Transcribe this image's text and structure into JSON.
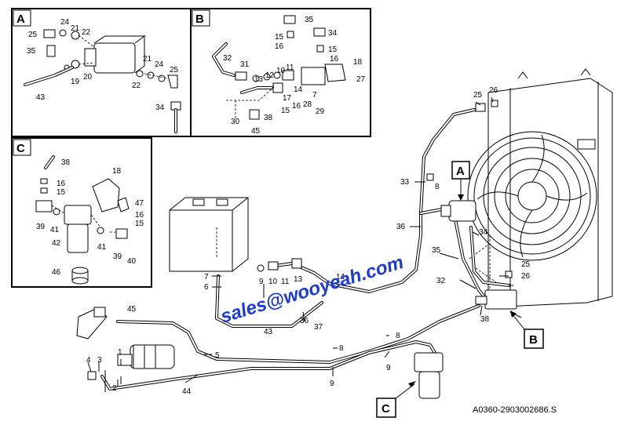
{
  "insets": {
    "A": {
      "letter": "A",
      "labels": [
        "24",
        "25",
        "21",
        "22",
        "35",
        "21",
        "24",
        "25",
        "19",
        "20",
        "22",
        "43",
        "34"
      ]
    },
    "B": {
      "letter": "B",
      "labels": [
        "35",
        "15",
        "16",
        "34",
        "15",
        "16",
        "18",
        "32",
        "31",
        "13",
        "12",
        "10",
        "11",
        "14",
        "27",
        "7",
        "17",
        "16",
        "28",
        "29",
        "30",
        "38",
        "15",
        "45"
      ]
    },
    "C": {
      "letter": "C",
      "labels": [
        "38",
        "16",
        "15",
        "18",
        "47",
        "16",
        "15",
        "39",
        "41",
        "41",
        "42",
        "39",
        "40",
        "46"
      ]
    }
  },
  "main_labels": [
    "25",
    "26",
    "33",
    "8",
    "36",
    "34",
    "35",
    "32",
    "25",
    "26",
    "38",
    "7",
    "6",
    "9",
    "10",
    "11",
    "13",
    "14",
    "43",
    "36",
    "37",
    "45",
    "5",
    "1",
    "3",
    "4",
    "2",
    "44",
    "8",
    "8",
    "9",
    "9"
  ],
  "callouts": {
    "A": "A",
    "B": "B",
    "C": "C"
  },
  "watermark": "sales@wooyeah.com",
  "drawing_code": "A0360-2903002686.S"
}
